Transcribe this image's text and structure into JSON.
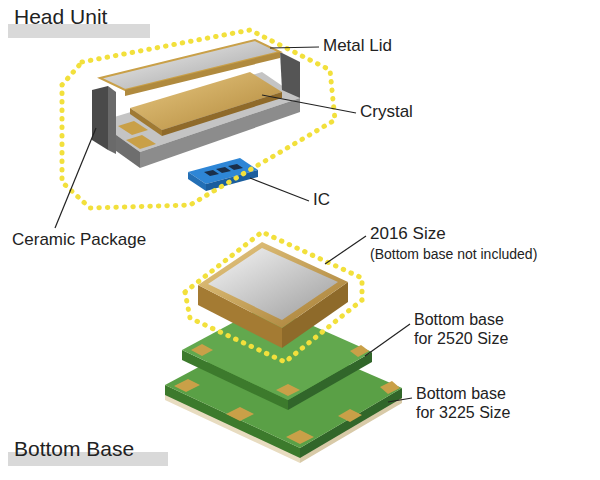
{
  "diagram": {
    "labels": [
      "Head Unit",
      "Metal Lid",
      "Crystal",
      "IC",
      "Ceramic Package",
      "2016 Size",
      "(Bottom base not included)",
      "Bottom base for 2520 Size",
      "Bottom base for 3225 Size",
      "Bottom Base"
    ]
  }
}
